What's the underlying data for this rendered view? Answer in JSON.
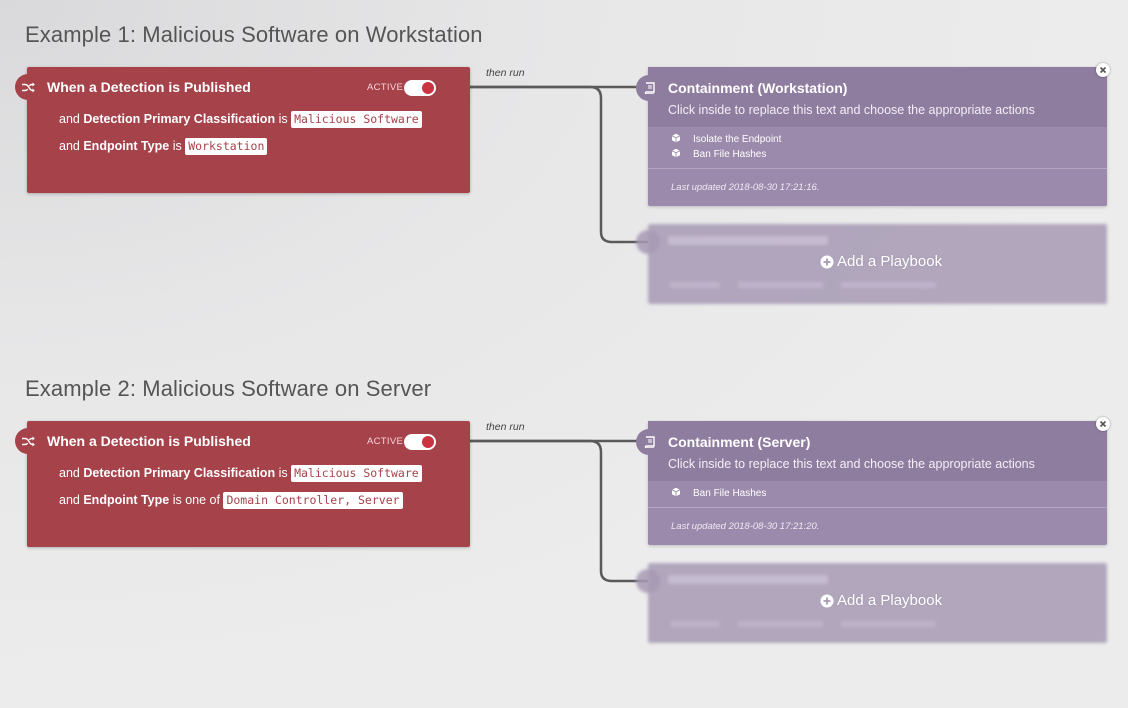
{
  "examples": [
    {
      "title": "Example 1: Malicious Software on Workstation",
      "trigger": {
        "title": "When a Detection is Published",
        "status": "ACTIVE",
        "conditions": [
          {
            "prefix": "and",
            "field": "Detection Primary Classification",
            "operator": "is",
            "value": "Malicious Software"
          },
          {
            "prefix": "and",
            "field": "Endpoint Type",
            "operator": "is",
            "value": "Workstation"
          }
        ]
      },
      "connector_label": "then run",
      "playbook": {
        "title": "Containment (Workstation)",
        "description": "Click inside to replace this text and choose the appropriate actions",
        "actions": [
          "Isolate the Endpoint",
          "Ban File Hashes"
        ],
        "updated": "Last updated 2018-08-30 17:21:16."
      },
      "add_playbook_label": "Add a Playbook"
    },
    {
      "title": "Example 2: Malicious Software on Server",
      "trigger": {
        "title": "When a Detection is Published",
        "status": "ACTIVE",
        "conditions": [
          {
            "prefix": "and",
            "field": "Detection Primary Classification",
            "operator": "is",
            "value": "Malicious Software"
          },
          {
            "prefix": "and",
            "field": "Endpoint Type",
            "operator": "is one of",
            "value": "Domain Controller, Server"
          }
        ]
      },
      "connector_label": "then run",
      "playbook": {
        "title": "Containment (Server)",
        "description": "Click inside to replace this text and choose the appropriate actions",
        "actions": [
          "Ban File Hashes"
        ],
        "updated": "Last updated 2018-08-30 17:21:20."
      },
      "add_playbook_label": "Add a Playbook"
    }
  ],
  "icons": {
    "trigger": "shuffle-icon",
    "playbook": "book-icon",
    "action": "cube-icon",
    "close": "close-icon",
    "add": "plus-circle-icon"
  },
  "colors": {
    "trigger_bg": "#a6424a",
    "playbook_bg": "#9b8aab",
    "playbook_header": "#8f7da0",
    "toggle_knob": "#c8343f",
    "connector": "#555555"
  }
}
